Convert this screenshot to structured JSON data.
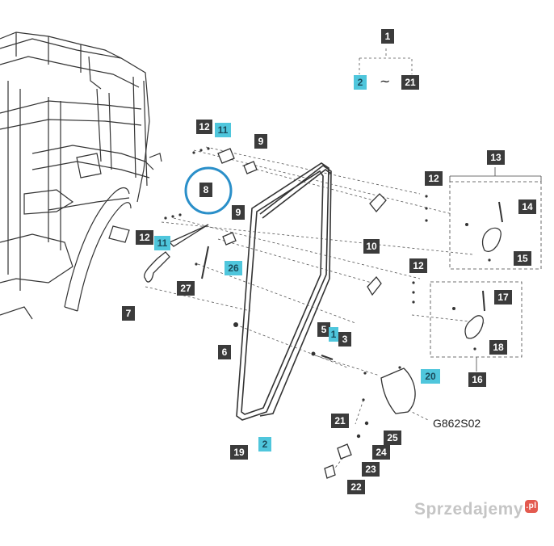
{
  "labels": {
    "l1": "1",
    "l2a": "2",
    "l21a": "21",
    "l12a": "12",
    "l11a": "11",
    "l9a": "9",
    "l8": "8",
    "l9b": "9",
    "l12b": "12",
    "l11b": "11",
    "l26": "26",
    "l27": "27",
    "l7": "7",
    "l10": "10",
    "l12c": "12",
    "l13": "13",
    "l14": "14",
    "l15": "15",
    "l12d": "12",
    "l17": "17",
    "l18": "18",
    "l16": "16",
    "l5": "5",
    "l1b": "1",
    "l3": "3",
    "l6": "6",
    "l20": "20",
    "l21b": "21",
    "l25": "25",
    "l24": "24",
    "l23": "23",
    "l22": "22",
    "l19": "19",
    "l2b": "2"
  },
  "tilde": "~",
  "drawing_code": "G862S02",
  "watermark": "Sprzedajemy",
  "watermark_badge": ".pl",
  "colors": {
    "dark_label": "#3b3b3b",
    "highlight_label": "#4fc6dc",
    "circle": "#2a8fc9"
  }
}
